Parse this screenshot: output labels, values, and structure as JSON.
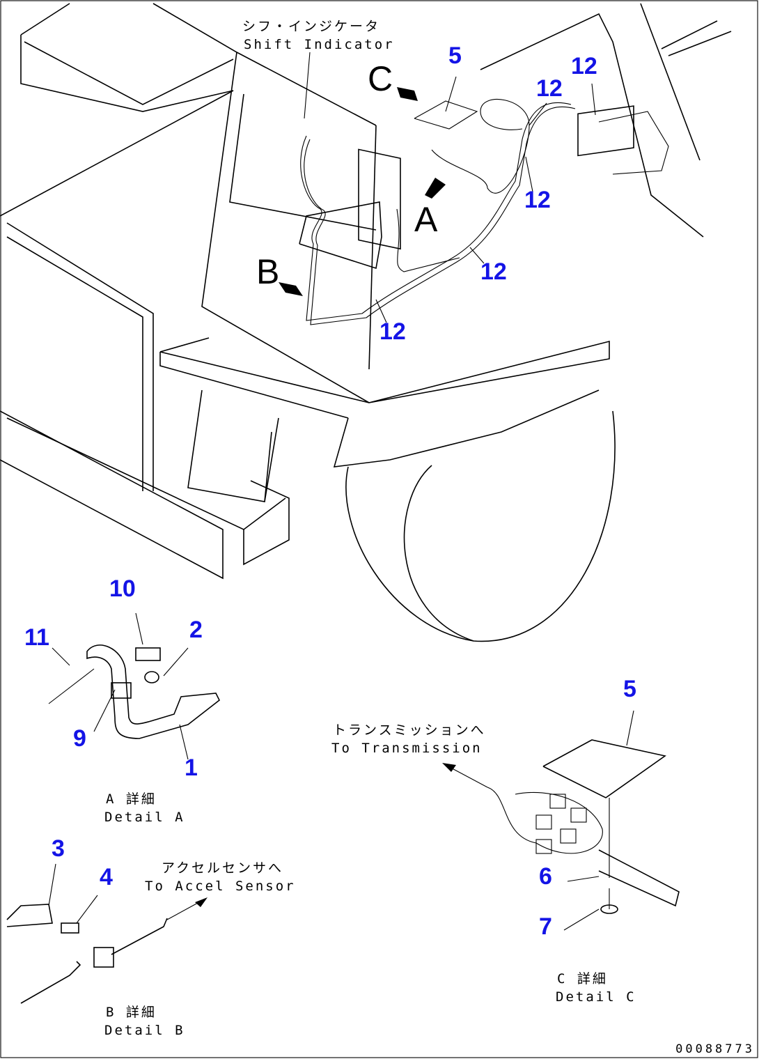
{
  "labels": {
    "shift_indicator_jp": "シフ・インジケータ",
    "shift_indicator_en": "Shift Indicator",
    "to_transmission_jp": "トランスミッションへ",
    "to_transmission_en": "To Transmission",
    "to_accel_sensor_jp": "アクセルセンサへ",
    "to_accel_sensor_en": "To Accel Sensor",
    "view_a": "A",
    "view_b": "B",
    "view_c": "C"
  },
  "details": [
    {
      "jp": "A 詳細",
      "en": "Detail A"
    },
    {
      "jp": "B 詳細",
      "en": "Detail B"
    },
    {
      "jp": "C 詳細",
      "en": "Detail C"
    }
  ],
  "callouts": {
    "main": [
      "5",
      "12",
      "12",
      "12",
      "12",
      "12"
    ],
    "detail_a": [
      "10",
      "11",
      "2",
      "9",
      "1"
    ],
    "detail_b": [
      "3",
      "4"
    ],
    "detail_c": [
      "5",
      "6",
      "7"
    ]
  },
  "drawing_number": "00088773",
  "colors": {
    "callout": "#1414e6",
    "line": "#000000"
  }
}
